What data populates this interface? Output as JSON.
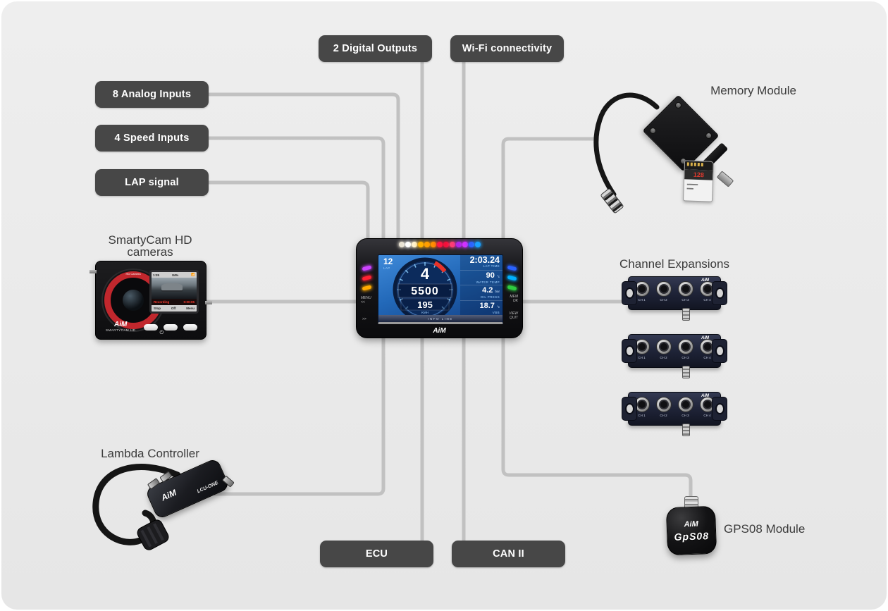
{
  "colors": {
    "canvas": "#eaeaea",
    "line": "#c1c1c1",
    "io_box": "#474747",
    "io_text": "#ffffff",
    "label_text": "#3b3b3b"
  },
  "io_labels": {
    "digital_outputs": "2 Digital Outputs",
    "wifi": "Wi-Fi connectivity",
    "analog_inputs": "8 Analog Inputs",
    "speed_inputs": "4 Speed Inputs",
    "lap_signal": "LAP signal",
    "ecu": "ECU",
    "can2": "CAN II"
  },
  "dash": {
    "brand": "AiM",
    "lap": {
      "value": "12",
      "label": "LAP"
    },
    "lap_time": {
      "value": "2:03.24",
      "label": "LAP TIME"
    },
    "gear": "4",
    "rpm": "5500",
    "speed": {
      "value": "195",
      "unit": "KMH"
    },
    "water_temp": {
      "value": "90",
      "unit": "°c",
      "label": "WATER TEMP"
    },
    "oil_press": {
      "value": "4.2",
      "unit": "bar",
      "label": "OIL PRESS"
    },
    "aux": {
      "value": "18.7",
      "unit": "°c",
      "label": "VBB"
    },
    "info_line": "INFO LINE",
    "bezel_left": "MENU\n<<",
    "bezel_left2": ">>",
    "bezel_right": "MEM\nOK",
    "bezel_right2": "VIEW\nQUIT",
    "top_leds": [
      "#e8e2d2",
      "#ffffff",
      "#fff3cf",
      "#ffb300",
      "#ffa000",
      "#ff8f00",
      "#ff1744",
      "#f2103a",
      "#ff3d71",
      "#b026e8",
      "#d431ff",
      "#2f62ff",
      "#19a0ff"
    ],
    "left_leds": [
      "#cc44ff",
      "#ff2233",
      "#ffaa00"
    ],
    "right_leds": [
      "#2962ff",
      "#00b0ff",
      "#2ecc40"
    ]
  },
  "devices": {
    "memory_module": {
      "label": "Memory Module",
      "sd_card_capacity": "128"
    },
    "smartycam": {
      "label_line1": "SmartyCam HD",
      "label_line2": "cameras",
      "brand": "AiM",
      "name_text": "SMARTYCAM HD",
      "lens_ring_text": "HD Camera",
      "screen_top_left": "1:35",
      "screen_top_right": "84%",
      "status": "Recording",
      "status_time": "0:00:05",
      "buttons": [
        "Stop",
        "Off",
        "Menu"
      ]
    },
    "channel_expansions": {
      "label": "Channel Expansions",
      "count": 3,
      "brand": "AiM",
      "ports": [
        "CH 1",
        "CH 2",
        "CH 3",
        "CH 4"
      ]
    },
    "lambda": {
      "label": "Lambda Controller",
      "brand": "AiM",
      "model": "LCU-ONE"
    },
    "gps": {
      "label": "GPS08 Module",
      "brand": "AiM",
      "model": "GpS08"
    }
  }
}
